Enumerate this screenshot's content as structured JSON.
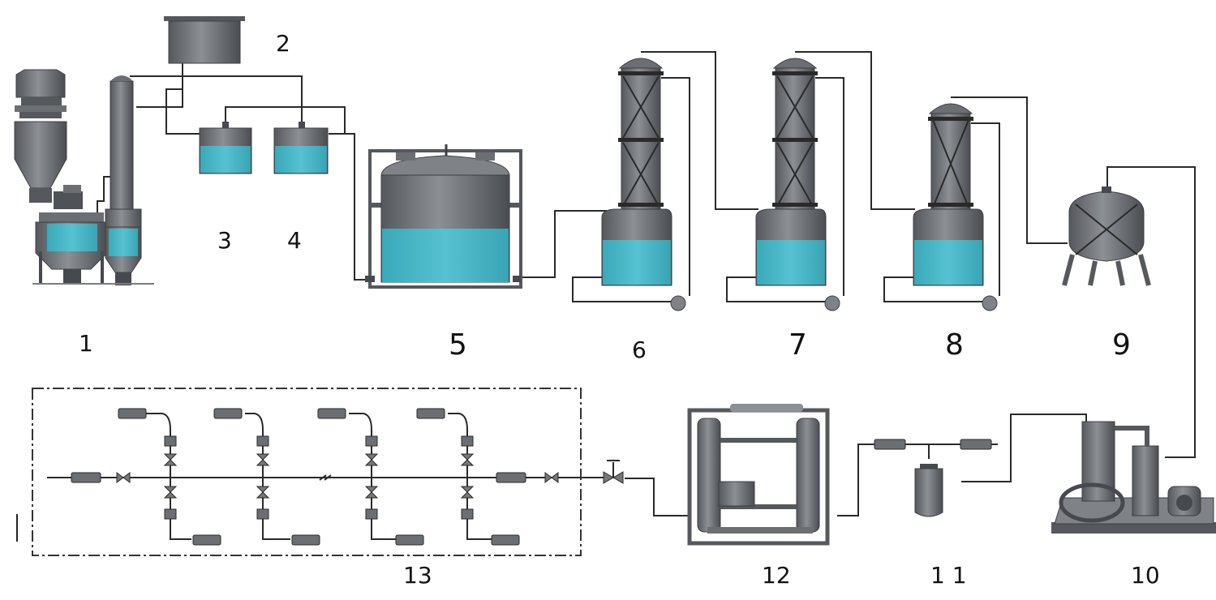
{
  "labels": {
    "l1": "1",
    "l2": "2",
    "l3": "3",
    "l4": "4",
    "l5": "5",
    "l6": "6",
    "l7": "7",
    "l8": "8",
    "l9": "9",
    "l10": "10",
    "l11": "1 1",
    "l12": "12",
    "l13": "13"
  },
  "colors": {
    "liquid": "#4cb8c8",
    "metal": "#6b6e72",
    "metal_dark": "#46494d",
    "metal_light": "#9a9ca0",
    "pipe": "#2a2a2a"
  },
  "icons": [
    "gate-valve-icon",
    "check-valve-icon",
    "pressure-regulator-icon",
    "pump-icon",
    "packing-cross-icon",
    "flow-meter-icon"
  ]
}
